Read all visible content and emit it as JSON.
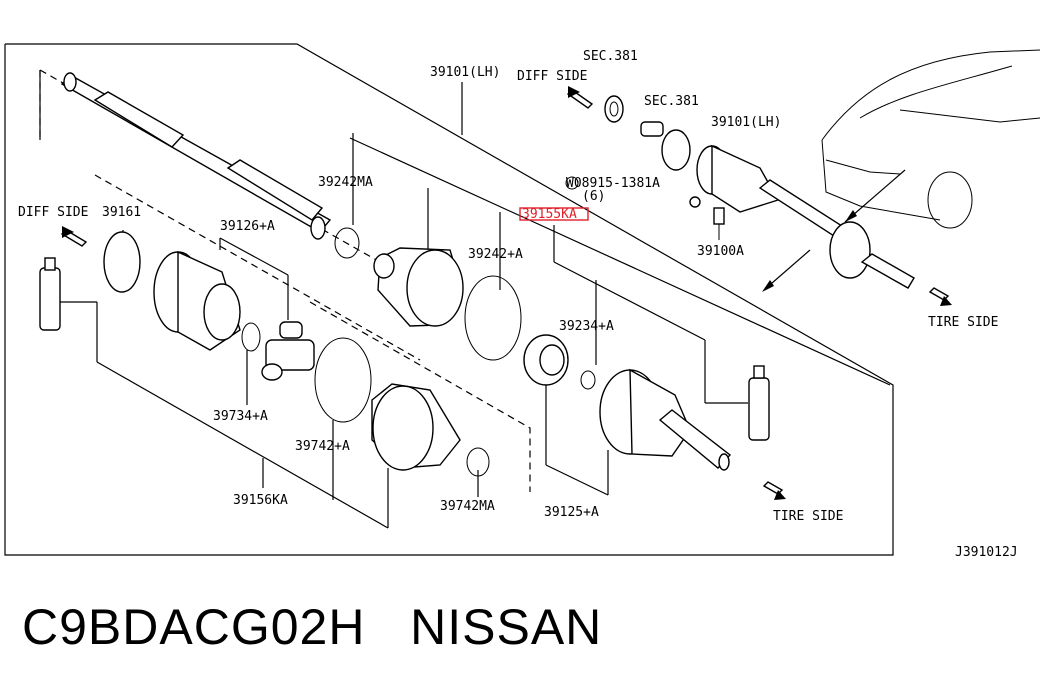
{
  "labels": {
    "p39101_lh_top": "39101(LH)",
    "diff_side_top": "DIFF SIDE",
    "sec381_a": "SEC.381",
    "sec381_b": "SEC.381",
    "p39101_lh_right": "39101(LH)",
    "bolt_1381a": "W08915-1381A",
    "bolt_qty": "(6)",
    "p39100a": "39100A",
    "tire_side_right": "TIRE SIDE",
    "p39242ma": "39242MA",
    "p39155ka": "39155KA",
    "p39242a": "39242+A",
    "diff_side_left": "DIFF SIDE",
    "p39161": "39161",
    "p39126a": "39126+A",
    "p39234a": "39234+A",
    "p39734a": "39734+A",
    "p39742a": "39742+A",
    "p39156ka": "39156KA",
    "p39742ma": "39742MA",
    "p39125a": "39125+A",
    "tire_side_bottom": "TIRE SIDE",
    "diagram_code": "J391012J"
  },
  "caption": "C9BDACG02H   NISSAN",
  "colors": {
    "highlight": "#e0202a",
    "ink": "#000000"
  }
}
